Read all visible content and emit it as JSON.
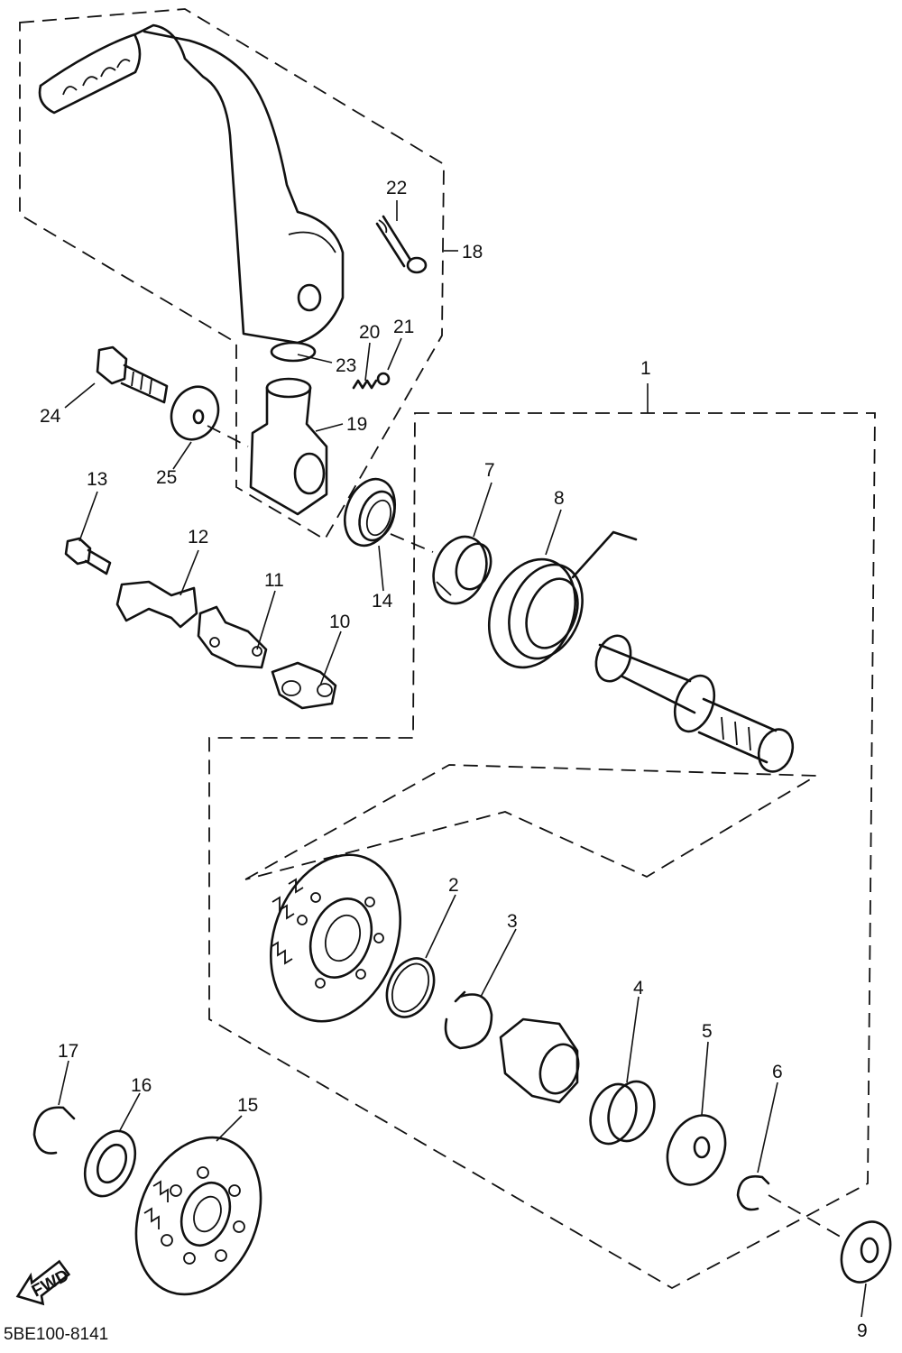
{
  "diagram_code": "5BE100-8141",
  "fwd_label": "FWD",
  "labels": {
    "p1": "1",
    "p2": "2",
    "p3": "3",
    "p4": "4",
    "p5": "5",
    "p6": "6",
    "p7": "7",
    "p8": "8",
    "p9": "9",
    "p10": "10",
    "p11": "11",
    "p12": "12",
    "p13": "13",
    "p14": "14",
    "p15": "15",
    "p16": "16",
    "p17": "17",
    "p18": "18",
    "p19": "19",
    "p20": "20",
    "p21": "21",
    "p22": "22",
    "p23": "23",
    "p24": "24",
    "p25": "25"
  }
}
